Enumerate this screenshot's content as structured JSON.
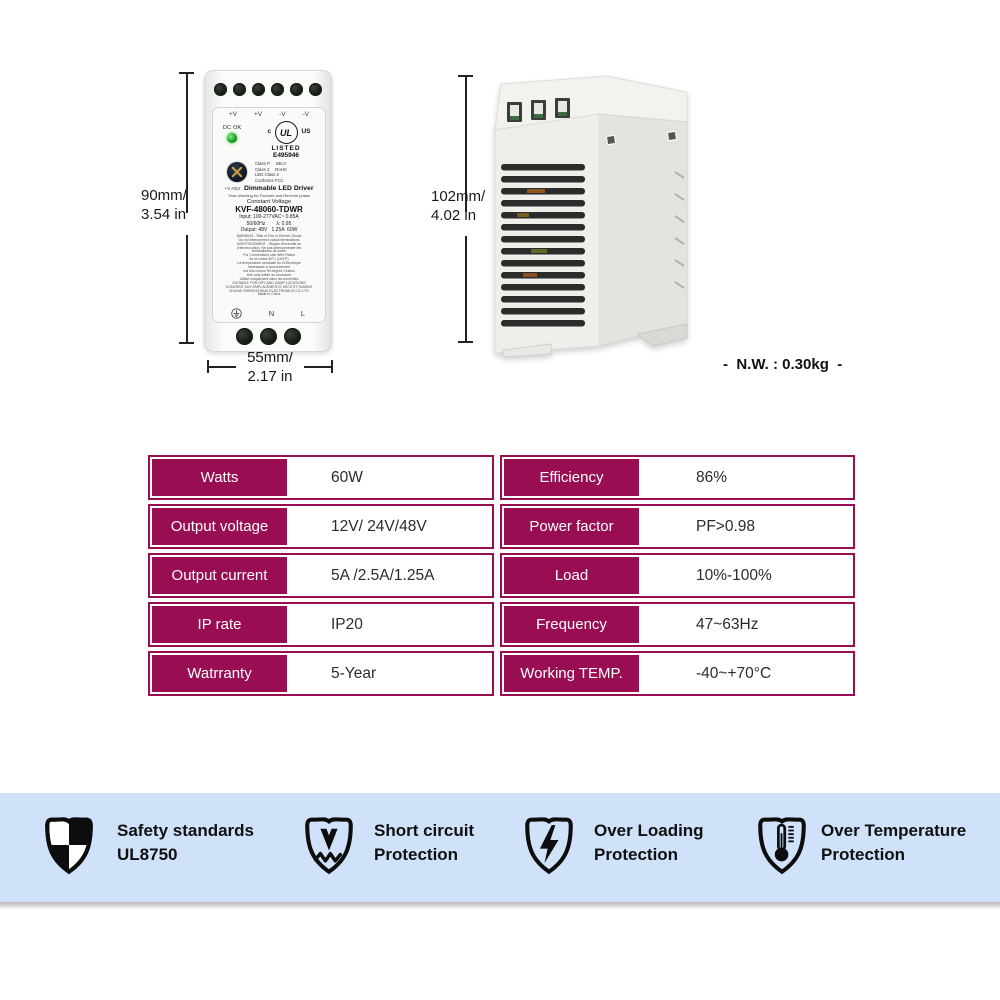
{
  "colors": {
    "accent": "#990d52",
    "strip_bg": "#cfe2fa"
  },
  "front_view": {
    "height_dim": [
      "90mm/",
      "3.54 in"
    ],
    "width_dim": [
      "55mm/",
      "2.17 in"
    ],
    "terminal_labels": [
      "+V",
      "+V",
      "-V",
      "-V"
    ],
    "dc_ok_label": "DC OK",
    "ul_mark": {
      "left": "c",
      "center": "UL",
      "right": "US",
      "listed": "LISTED",
      "file_number": "E495946"
    },
    "cert_lines": [
      "Class P     SELV",
      "Class 2     RoHS",
      "LED Class 2",
      "Conforms FCC"
    ],
    "adj_label": "+V ADJ",
    "title": "Dimmable LED Driver",
    "subtitle": "Triac dimming for Forward and Reverse phase",
    "type_label": "Constant Voltage",
    "model": "KVF-48060-TDWR",
    "ratings": [
      "Input: 100-277VAC~ 0.85A",
      "50/60Hz        λ: 0.95",
      "Output: 48V   1.25A  60W"
    ],
    "warning_lines": [
      "WARNING - Risk of Fire or Electric Shock",
      "Do not interconnect output terminations",
      "AVERTISSEMENT - Risque d'incendie ou",
      "d'électrocution. Ne pas interconnecter les",
      "terminaisons de sortie",
      "For Connections Use Wire Rated",
      "for at Least 90°C (194°F)",
      "La température nominale du fil électrique",
      "nécessaire à raccordement",
      "est d'au moins 90 degrés Celsius",
      "Use only within an enclosure",
      "Utilisé uniquement dans les enceintes",
      "SUITABLE FOR DRY AND DAMP LOCATIONS",
      "CONVIENT AUX EMPLACEMENTS SECS ET HUMIDE",
      "ZHUHAI SHENGCHANG ELECTRONICS CO.,LTD",
      "Made in China"
    ],
    "bottom_terminal_labels": [
      "N",
      "L"
    ]
  },
  "side_view": {
    "height_dim": [
      "102mm/",
      "4.02 in"
    ],
    "net_weight": "-  N.W. : 0.30kg  -"
  },
  "spec_table": {
    "left": [
      {
        "label": "Watts",
        "value": "60W"
      },
      {
        "label": "Output voltage",
        "value": "12V/ 24V/48V"
      },
      {
        "label": "Output current",
        "value": "5A /2.5A/1.25A"
      },
      {
        "label": "IP rate",
        "value": "IP20"
      },
      {
        "label": "Watrranty",
        "value": "5-Year"
      }
    ],
    "right": [
      {
        "label": "Efficiency",
        "value": "86%"
      },
      {
        "label": "Power factor",
        "value": "PF>0.98"
      },
      {
        "label": "Load",
        "value": "10%-100%"
      },
      {
        "label": "Frequency",
        "value": "47~63Hz"
      },
      {
        "label": "Working TEMP.",
        "value": "-40~+70°C"
      }
    ]
  },
  "features": [
    {
      "icon": "checkered-shield-icon",
      "lines": [
        "Safety standards",
        "UL8750"
      ]
    },
    {
      "icon": "short-circuit-shield-icon",
      "lines": [
        "Short circuit",
        "Protection"
      ]
    },
    {
      "icon": "overload-shield-icon",
      "lines": [
        "Over Loading",
        "Protection"
      ]
    },
    {
      "icon": "over-temperature-shield-icon",
      "lines": [
        "Over Temperature",
        "Protection"
      ]
    }
  ]
}
